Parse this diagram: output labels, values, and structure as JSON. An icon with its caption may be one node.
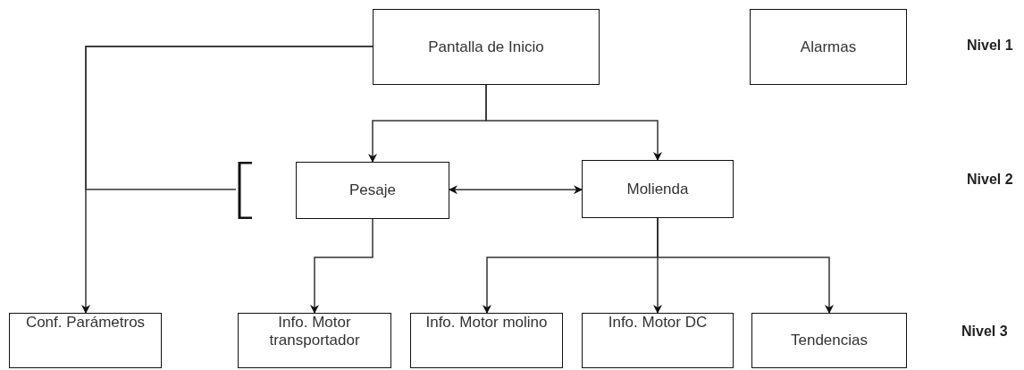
{
  "diagram": {
    "nodes": [
      {
        "text": [
          "Pantalla de Inicio"
        ]
      },
      {
        "text": [
          "Alarmas"
        ]
      },
      {
        "text": [
          "Pesaje"
        ]
      },
      {
        "text": [
          "Molienda"
        ]
      },
      {
        "text": [],
        "shape": "bracket"
      },
      {
        "text": [
          "Conf. Parámetros"
        ]
      },
      {
        "text": [
          "Info. Motor transportador"
        ]
      },
      {
        "text": [
          "Info. Motor molino"
        ]
      },
      {
        "text": [
          "Info. Motor DC"
        ]
      },
      {
        "text": [
          "Tendencias"
        ]
      }
    ],
    "edges": [
      {
        "from": 0,
        "to": 5,
        "arrow": "to"
      },
      {
        "from": 0,
        "to": 4,
        "arrow": "none"
      },
      {
        "from": 0,
        "to": 2,
        "arrow": "to"
      },
      {
        "from": 0,
        "to": 3,
        "arrow": "to"
      },
      {
        "from": 2,
        "to": 3,
        "arrow": "both"
      },
      {
        "from": 2,
        "to": 6,
        "arrow": "to"
      },
      {
        "from": 3,
        "to": 7,
        "arrow": "to"
      },
      {
        "from": 3,
        "to": 8,
        "arrow": "to"
      },
      {
        "from": 3,
        "to": 9,
        "arrow": "to"
      }
    ],
    "labels": [
      "Nivel 1",
      "Nivel 2",
      "Nivel 3"
    ]
  }
}
